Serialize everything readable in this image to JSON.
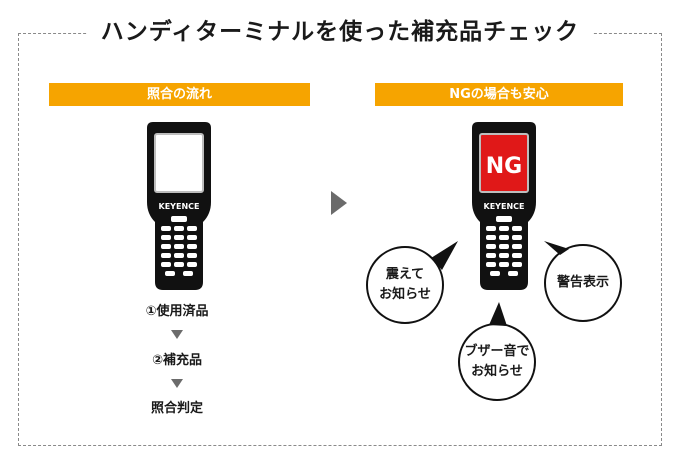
{
  "title": "ハンディターミナルを使った補充品チェック",
  "left_section": {
    "header": "照合の流れ",
    "steps": [
      "①使用済品",
      "②補充品",
      "照合判定"
    ]
  },
  "right_section": {
    "header": "NGの場合も安心",
    "screen_text": "NG",
    "bubbles": [
      {
        "line1": "震えて",
        "line2": "お知らせ"
      },
      {
        "line1": "ブザー音で",
        "line2": "お知らせ"
      },
      {
        "line1": "警告表示",
        "line2": ""
      }
    ]
  },
  "device": {
    "brand": "KEYENCE"
  },
  "colors": {
    "accent": "#f6a400",
    "ng_screen": "#e01818",
    "arrow": "#6b6b6b"
  }
}
